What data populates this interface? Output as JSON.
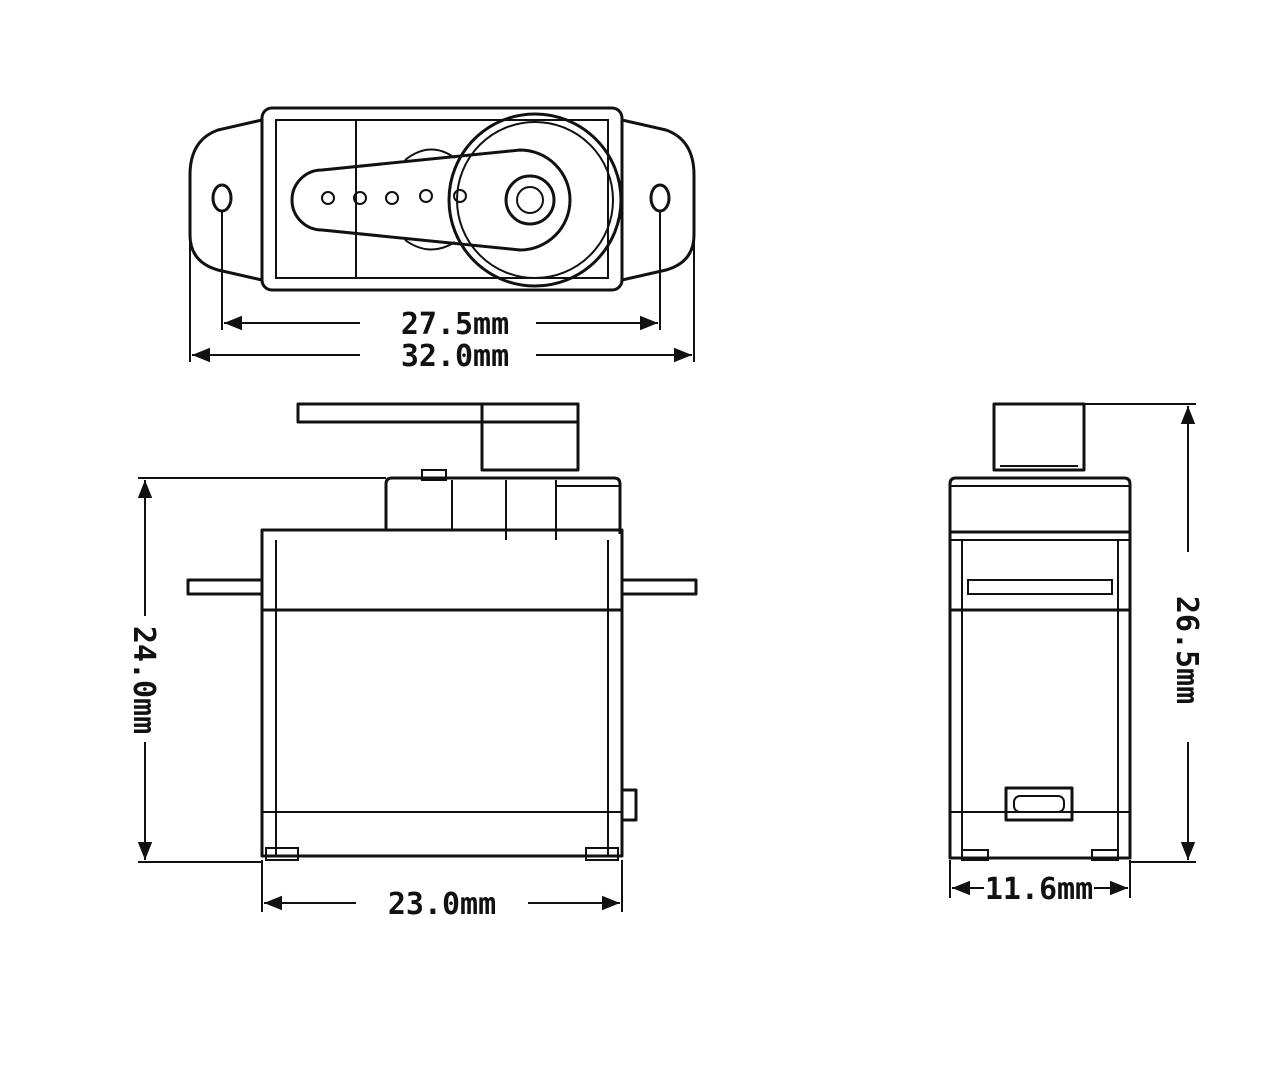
{
  "dimensions": {
    "top_hole_spacing": "27.5mm",
    "top_overall_width": "32.0mm",
    "front_height": "24.0mm",
    "front_width": "23.0mm",
    "side_height": "26.5mm",
    "side_width": "11.6mm"
  },
  "colors": {
    "line": "#111111",
    "background": "#ffffff"
  }
}
